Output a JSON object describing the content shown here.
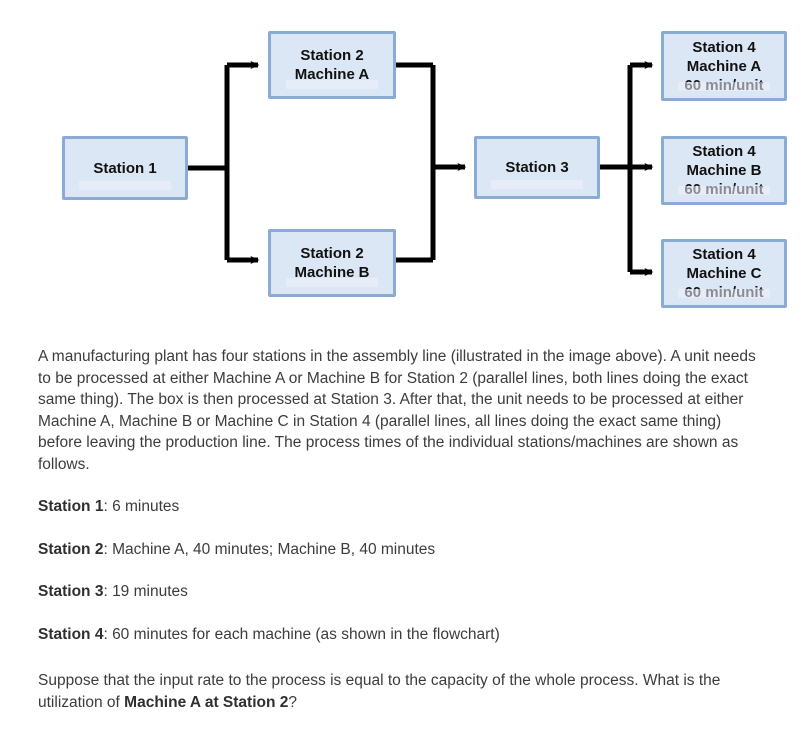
{
  "colors": {
    "node_fill": "#dce7f5",
    "node_border": "#8aabd4",
    "connector": "#000000",
    "text": "#3c3c3c"
  },
  "flowchart": {
    "nodes": [
      {
        "id": "station1",
        "lines": [
          "Station 1"
        ]
      },
      {
        "id": "s2-machine-a",
        "lines": [
          "Station 2",
          "Machine A"
        ]
      },
      {
        "id": "s2-machine-b",
        "lines": [
          "Station 2",
          "Machine B"
        ]
      },
      {
        "id": "station3",
        "lines": [
          "Station 3"
        ]
      },
      {
        "id": "s4-machine-a",
        "lines": [
          "Station 4",
          "Machine A",
          "60 min/unit"
        ]
      },
      {
        "id": "s4-machine-b",
        "lines": [
          "Station 4",
          "Machine B",
          "60 min/unit"
        ]
      },
      {
        "id": "s4-machine-c",
        "lines": [
          "Station 4",
          "Machine C",
          "60 min/unit"
        ]
      }
    ]
  },
  "prose": {
    "intro": "A manufacturing plant has four stations in the assembly line (illustrated in the image above). A unit needs to be processed at either Machine A or Machine B for Station 2 (parallel lines, both lines doing the exact same thing). The box is then processed at Station 3. After that, the unit needs to be processed at either Machine A, Machine B or Machine C in Station 4 (parallel lines, all lines doing the exact same thing) before leaving the production line. The process times of the individual stations/machines are shown as follows.",
    "specs": [
      {
        "label": "Station 1",
        "value": ": 6 minutes"
      },
      {
        "label": "Station 2",
        "value": ": Machine A, 40 minutes; Machine B, 40 minutes"
      },
      {
        "label": "Station 3",
        "value": ": 19 minutes"
      },
      {
        "label": "Station 4",
        "value": ": 60 minutes for each machine (as shown in the flowchart)"
      }
    ],
    "question": {
      "lead": "Suppose that the input rate to the process is equal to the capacity of the whole process. What is the utilization of ",
      "emphasis": "Machine A at Station 2",
      "tail": "?"
    }
  }
}
